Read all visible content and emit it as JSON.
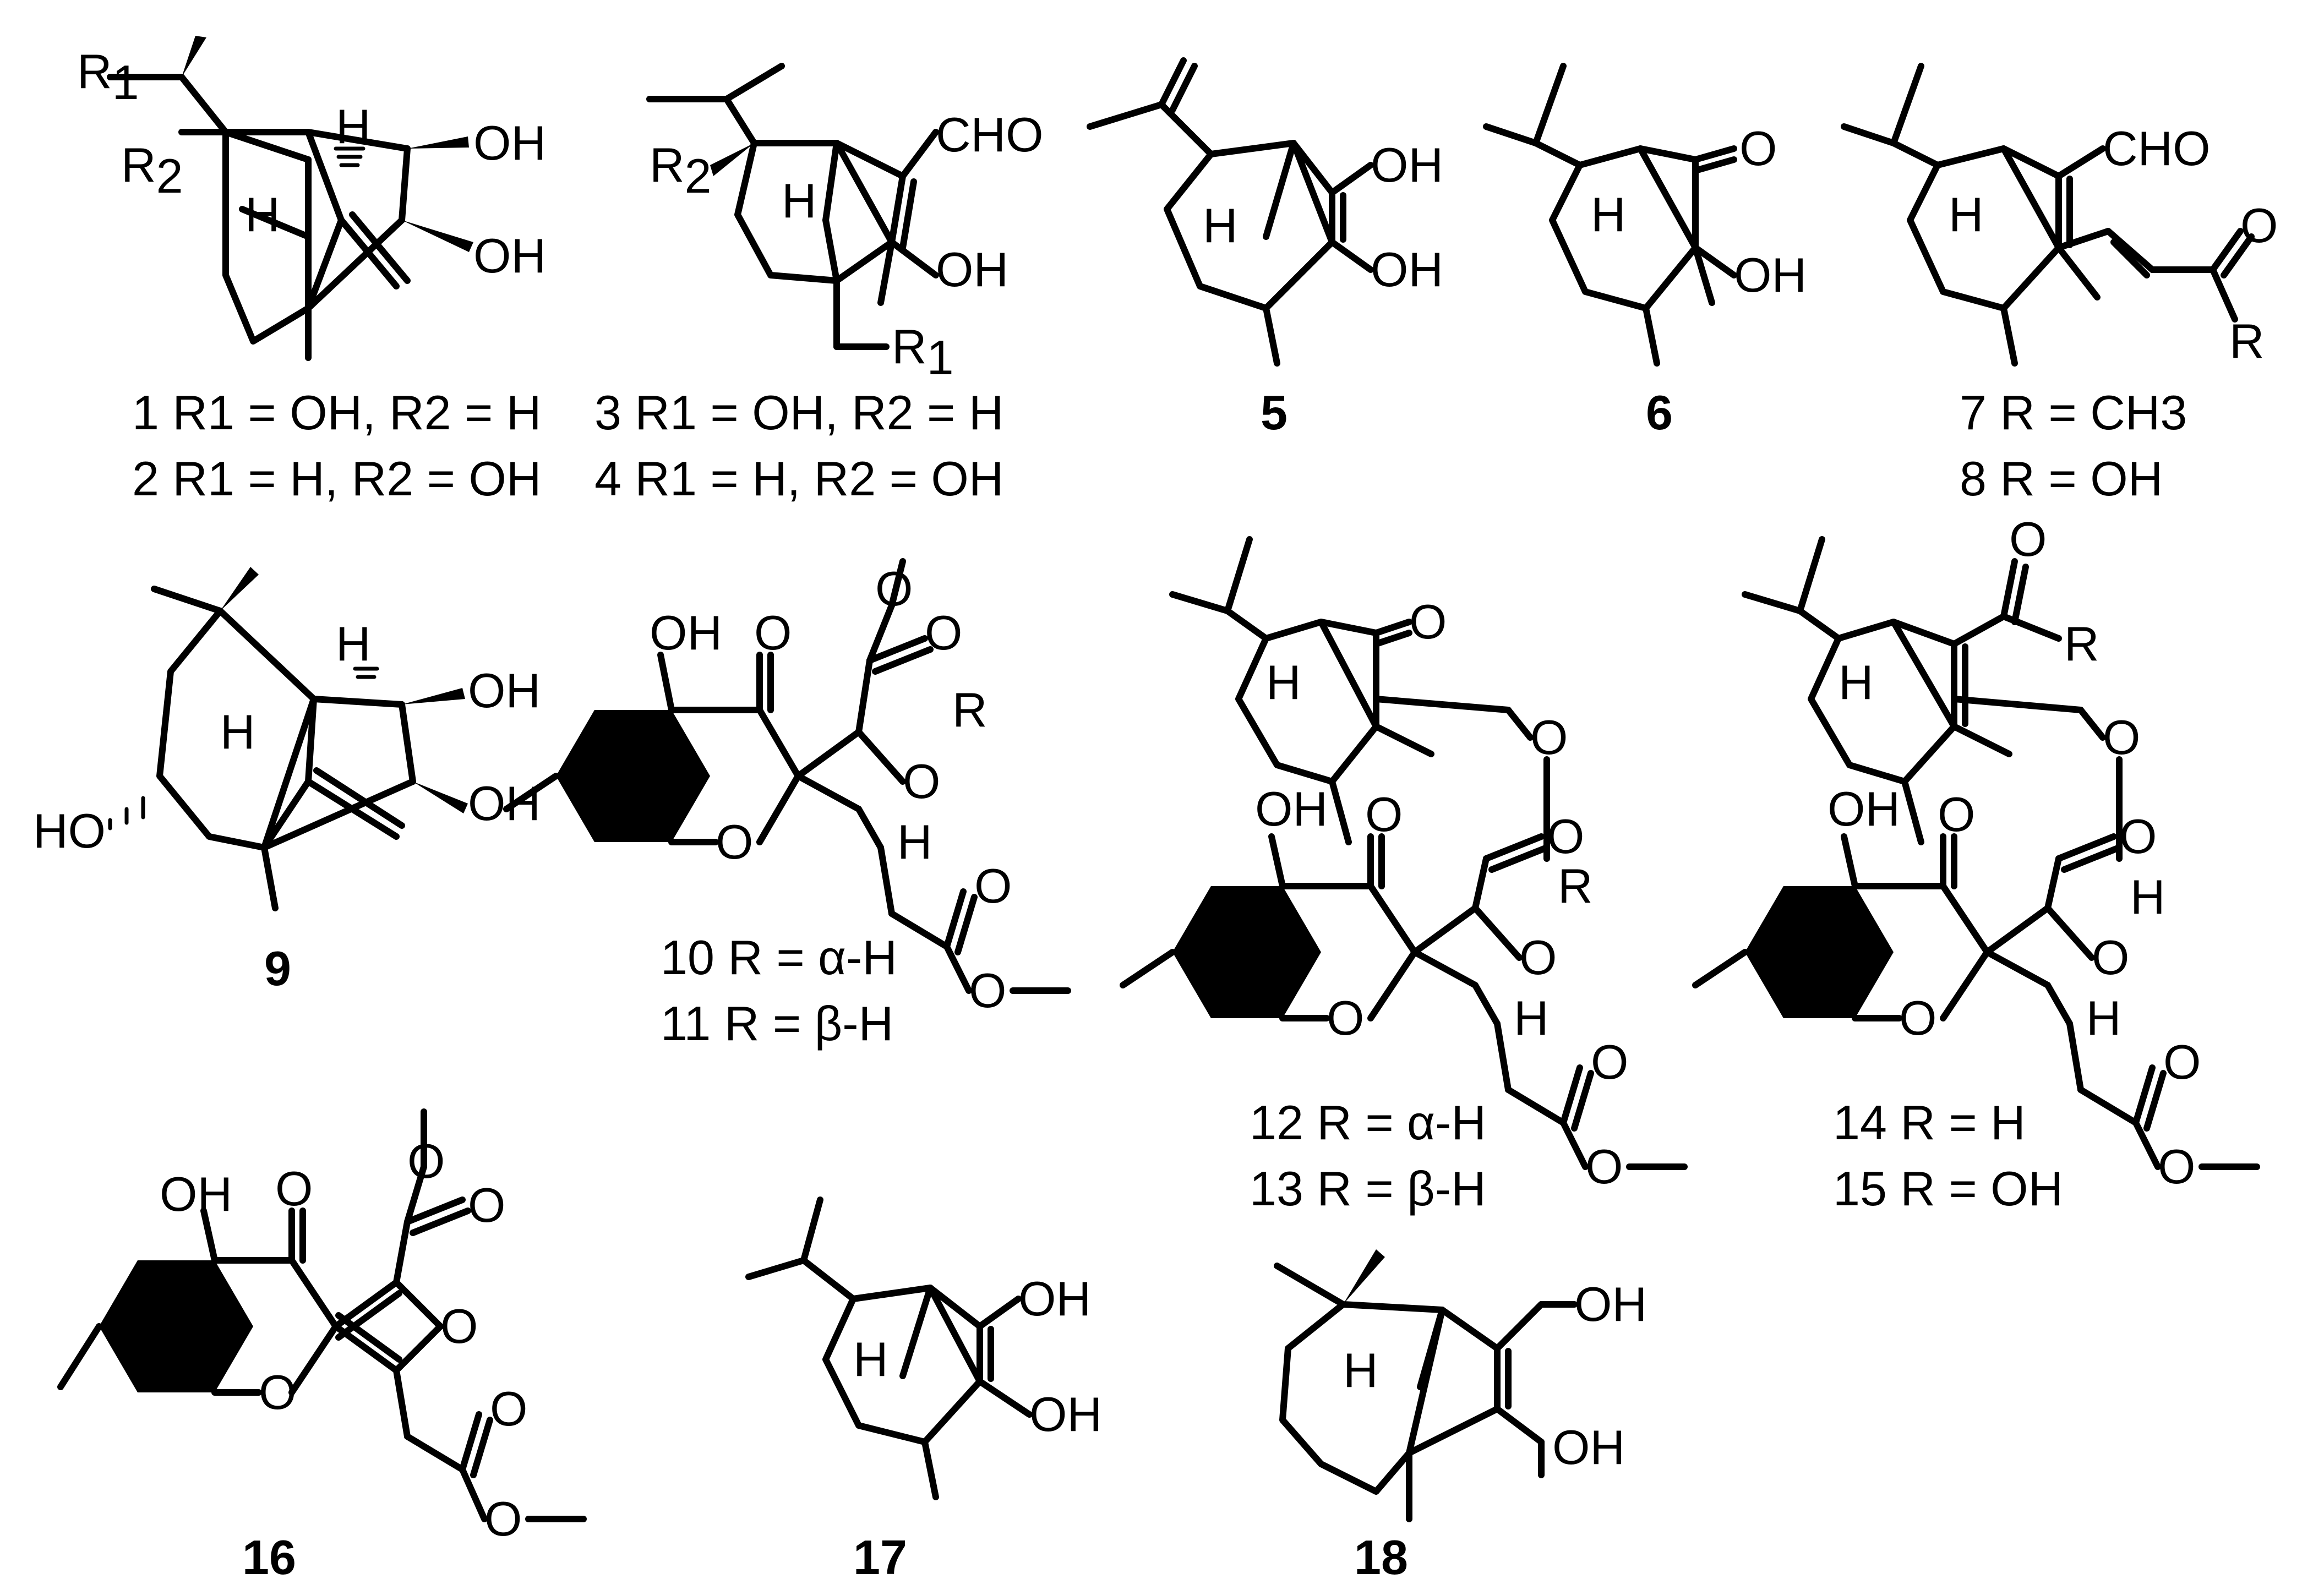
{
  "atoms": {
    "oh": "OH",
    "ho": "HO",
    "h": "H",
    "o": "O",
    "cho": "CHO",
    "r": "R",
    "r1": "R1",
    "r2": "R2"
  },
  "compounds": [
    {
      "id": "1",
      "label": "1",
      "text": "R1 = OH, R2 = H"
    },
    {
      "id": "2",
      "label": "2",
      "text": "R1 = H, R2 = OH"
    },
    {
      "id": "3",
      "label": "3",
      "text": "R1 = OH, R2 = H"
    },
    {
      "id": "4",
      "label": "4",
      "text": "R1 = H, R2 = OH"
    },
    {
      "id": "5",
      "label": "5",
      "text": ""
    },
    {
      "id": "6",
      "label": "6",
      "text": ""
    },
    {
      "id": "7",
      "label": "7",
      "text": "R = CH3"
    },
    {
      "id": "8",
      "label": "8",
      "text": "R = OH"
    },
    {
      "id": "9",
      "label": "9",
      "text": ""
    },
    {
      "id": "10",
      "label": "10",
      "text": "R = α-H"
    },
    {
      "id": "11",
      "label": "11",
      "text": "R = β-H"
    },
    {
      "id": "12",
      "label": "12",
      "text": "R = α-H"
    },
    {
      "id": "13",
      "label": "13",
      "text": "R = β-H"
    },
    {
      "id": "14",
      "label": "14",
      "text": "R = H"
    },
    {
      "id": "15",
      "label": "15",
      "text": "R = OH"
    },
    {
      "id": "16",
      "label": "16",
      "text": ""
    },
    {
      "id": "17",
      "label": "17",
      "text": ""
    },
    {
      "id": "18",
      "label": "18",
      "text": ""
    }
  ]
}
